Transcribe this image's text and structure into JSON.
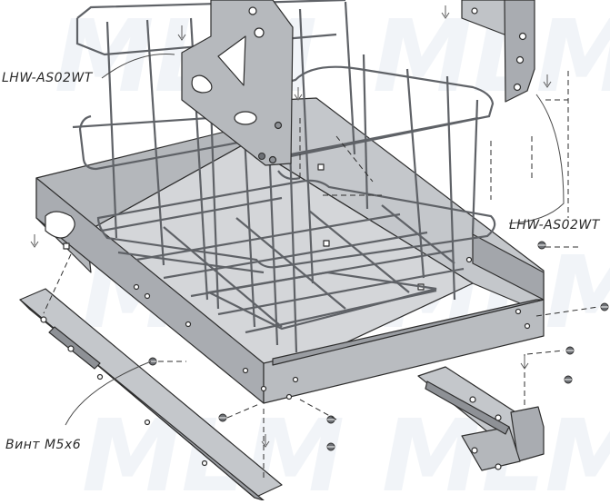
{
  "diagram": {
    "callouts": [
      {
        "id": "basket-bracket",
        "text": "LHW-AS02WT"
      },
      {
        "id": "rear-bracket",
        "text": "LHW-AS02WT"
      },
      {
        "id": "screw",
        "text": "Винт M5x6"
      }
    ],
    "watermark": "MLM",
    "colors": {
      "line": "#2e2e2e",
      "metal_fill": "#b9bcc0",
      "metal_dark": "#8e9196",
      "metal_light": "#d6d8db",
      "wire": "#6d7075",
      "watermark": "#e4eaf1"
    }
  }
}
